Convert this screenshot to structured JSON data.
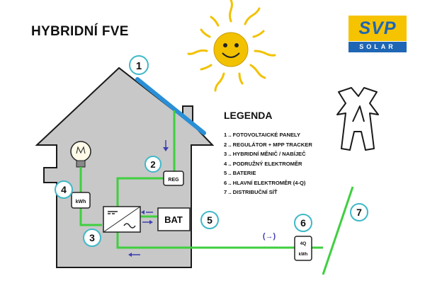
{
  "title": "HYBRIDNÍ FVE",
  "logo": {
    "brand": "SVP",
    "sub": "SOLAR",
    "colors": {
      "yellow": "#f6c300",
      "blue": "#1f66b5"
    }
  },
  "legend": {
    "title": "LEGENDA",
    "items": [
      "1 .. FOTOVOLTAICKÉ PANELY",
      "2 .. REGULÁTOR + MPP TRACKER",
      "3 .. HYBRIDNÍ MĚNIČ / NABÍJEČ",
      "4 .. PODRUŽNÝ ELEKTROMĚR",
      "5 .. BATERIE",
      "6 .. HLAVNÍ ELEKTROMĚR (4-Q)",
      "7 .. DISTRIBUČNÍ SÍŤ"
    ]
  },
  "markers": [
    "1",
    "2",
    "3",
    "4",
    "5",
    "6",
    "7"
  ],
  "components": {
    "reg": "REG",
    "kwh_sub": "kWh",
    "bat": "BAT",
    "meter_top": "4Q",
    "meter_bottom": "kWh",
    "bidirectional": "(→)"
  },
  "colors": {
    "house": "#c8c8c8",
    "wire": "#3fcf3f",
    "panel": "#2a8fd6",
    "arrow": "#3f3fb0",
    "sun": "#f2c200"
  }
}
